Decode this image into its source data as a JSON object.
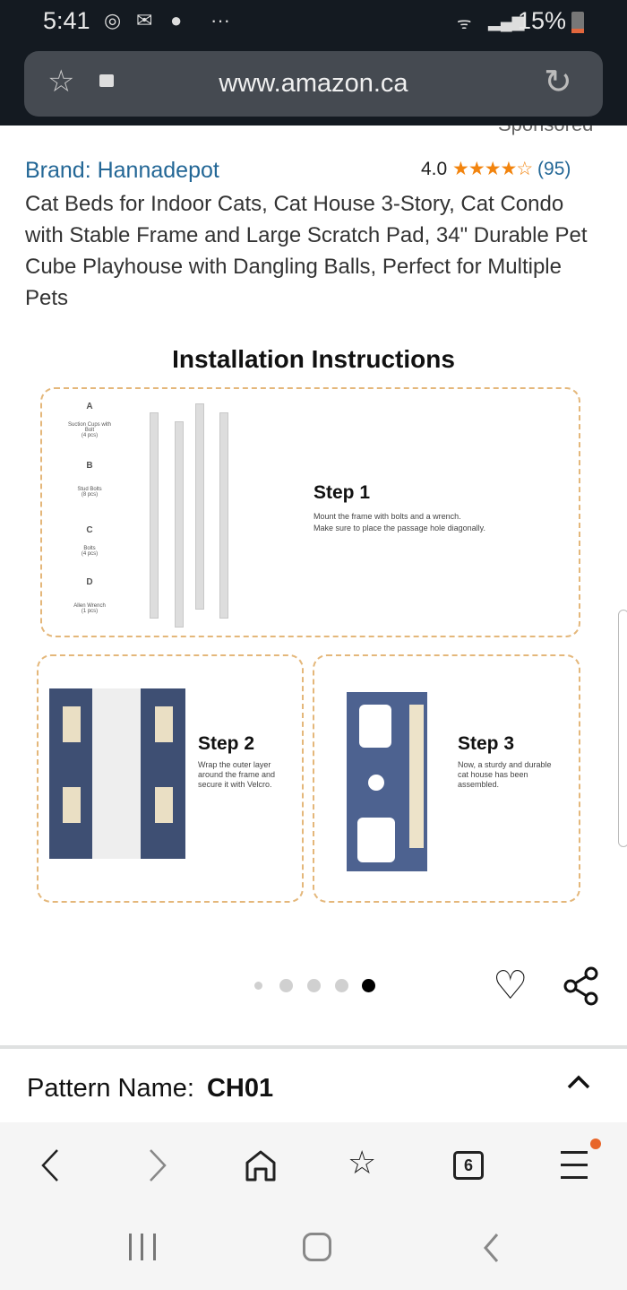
{
  "status_bar": {
    "time": "5:41",
    "battery": "15%",
    "icons": [
      "sync-icon",
      "mail-icon",
      "messenger-icon",
      "more-icon",
      "wifi-icon",
      "signal-icon",
      "battery-icon"
    ]
  },
  "browser": {
    "url": "www.amazon.ca",
    "tab_count": "6"
  },
  "product": {
    "sponsored": "Sponsored",
    "brand": "Brand: Hannadepot",
    "rating": "4.0",
    "stars": "★★★★☆",
    "review_count": "(95)",
    "title": "Cat Beds for Indoor Cats, Cat House 3-Story, Cat Condo with Stable Frame and Large Scratch Pad, 34\" Durable Pet Cube Playhouse with Dangling Balls, Perfect for Multiple Pets"
  },
  "image": {
    "heading": "Installation Instructions",
    "parts": [
      {
        "letter": "A",
        "name": "Suction Cups with Bolt",
        "qty": "(4 pcs)"
      },
      {
        "letter": "B",
        "name": "Stud Bolts",
        "qty": "(8 pcs)"
      },
      {
        "letter": "C",
        "name": "Bolts",
        "qty": "(4 pcs)"
      },
      {
        "letter": "D",
        "name": "Allen Wrench",
        "qty": "(1 pcs)"
      }
    ],
    "steps": [
      {
        "title": "Step 1",
        "text": "Mount the frame with bolts and a wrench.\nMake sure to place the passage hole diagonally."
      },
      {
        "title": "Step 2",
        "text": "Wrap the outer layer around the frame and secure it with Velcro."
      },
      {
        "title": "Step 3",
        "text": "Now, a sturdy and durable cat house has been assembled."
      }
    ],
    "carousel_total": 5,
    "carousel_active": 5
  },
  "pattern": {
    "label": "Pattern Name:",
    "value": "CH01"
  },
  "colors": {
    "brand_link": "#236796",
    "star": "#f2840e",
    "status_bg": "#141a21",
    "dashed_border": "#e4b77a"
  }
}
